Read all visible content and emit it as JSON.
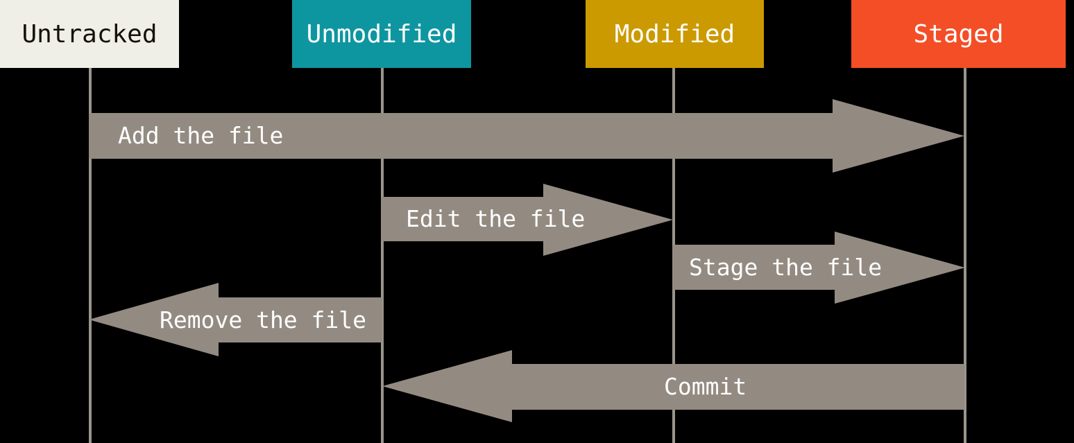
{
  "states": [
    {
      "label": "Untracked",
      "color": "#f0efe7",
      "text_color": "#14110c"
    },
    {
      "label": "Unmodified",
      "color": "#0e96a0",
      "text_color": "#ffffff"
    },
    {
      "label": "Modified",
      "color": "#cb9a00",
      "text_color": "#ffffff"
    },
    {
      "label": "Staged",
      "color": "#f44e27",
      "text_color": "#ffffff"
    }
  ],
  "arrows": [
    {
      "label": "Add the file",
      "from": "Untracked",
      "to": "Staged",
      "direction": "right"
    },
    {
      "label": "Edit the file",
      "from": "Unmodified",
      "to": "Modified",
      "direction": "right"
    },
    {
      "label": "Stage the file",
      "from": "Modified",
      "to": "Staged",
      "direction": "right"
    },
    {
      "label": "Remove the file",
      "from": "Unmodified",
      "to": "Untracked",
      "direction": "left"
    },
    {
      "label": "Commit",
      "from": "Staged",
      "to": "Unmodified",
      "direction": "left"
    }
  ],
  "colors": {
    "background": "#000000",
    "arrow": "#938b82",
    "lifeline": "#9a948c",
    "arrow_text": "#ffffff"
  }
}
